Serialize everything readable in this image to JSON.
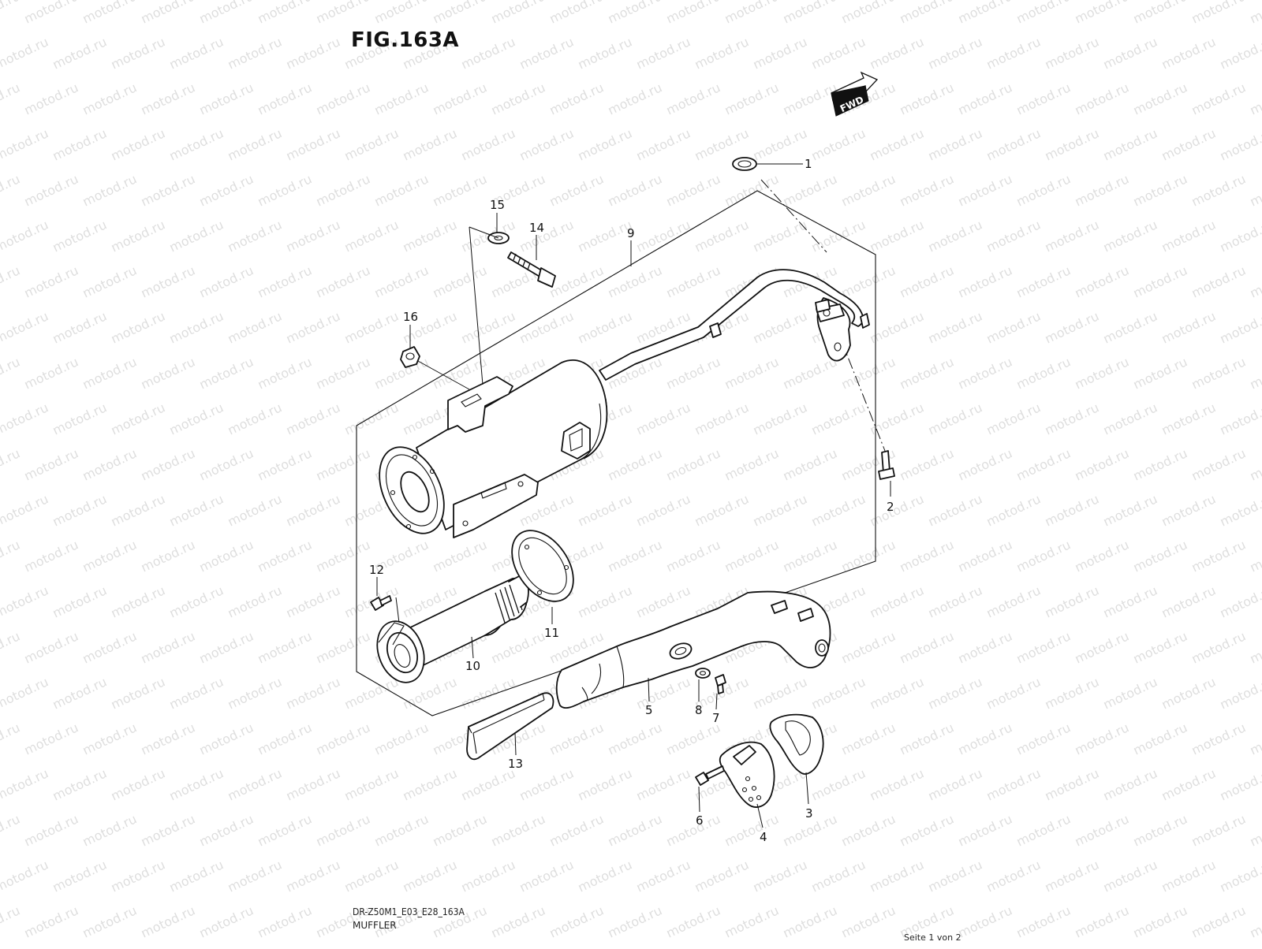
{
  "figure": {
    "title": "FIG.163A",
    "model_code": "DR-Z50M1_E03_E28_163A",
    "caption": "MUFFLER",
    "page_info": "Seite 1 von 2",
    "fwd_label": "FWD",
    "watermark": "motod.ru"
  },
  "callouts": [
    {
      "id": "1",
      "label": "1"
    },
    {
      "id": "2",
      "label": "2"
    },
    {
      "id": "3",
      "label": "3"
    },
    {
      "id": "4",
      "label": "4"
    },
    {
      "id": "5",
      "label": "5"
    },
    {
      "id": "6",
      "label": "6"
    },
    {
      "id": "7",
      "label": "7"
    },
    {
      "id": "8",
      "label": "8"
    },
    {
      "id": "9",
      "label": "9"
    },
    {
      "id": "10",
      "label": "10"
    },
    {
      "id": "11",
      "label": "11"
    },
    {
      "id": "12",
      "label": "12"
    },
    {
      "id": "13",
      "label": "13"
    },
    {
      "id": "14",
      "label": "14"
    },
    {
      "id": "15",
      "label": "15"
    },
    {
      "id": "16",
      "label": "16"
    }
  ]
}
